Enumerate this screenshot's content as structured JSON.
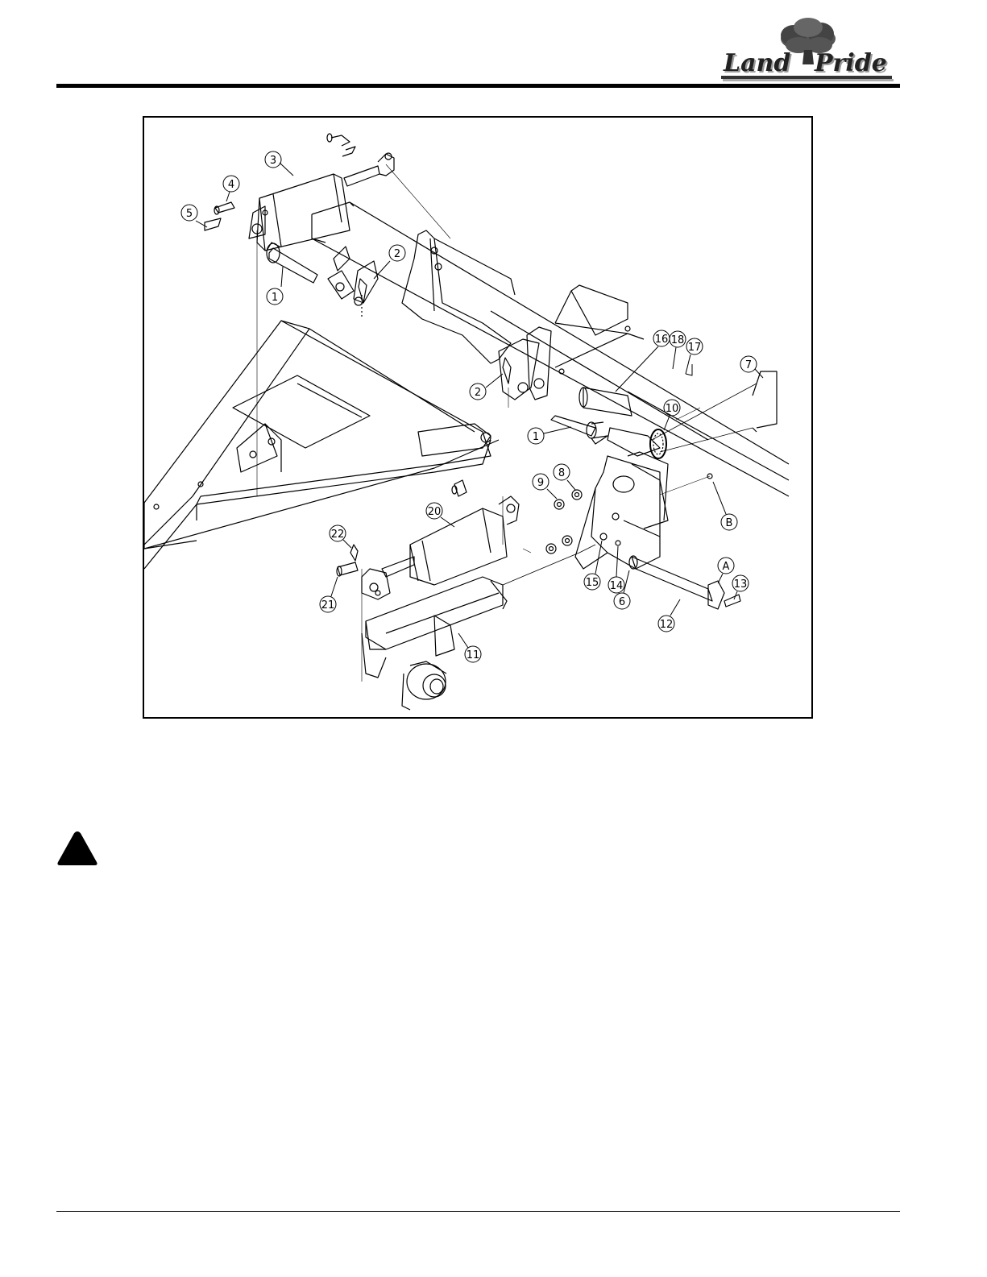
{
  "header": {
    "logo_text": "LandPride",
    "logo_parts": [
      "Land",
      "Pride"
    ]
  },
  "figure": {
    "callouts": [
      "1",
      "2",
      "3",
      "4",
      "5",
      "2",
      "1",
      "7",
      "8",
      "9",
      "10",
      "11",
      "12",
      "13",
      "14",
      "15",
      "16",
      "17",
      "18",
      "6",
      "20",
      "21",
      "22",
      "A",
      "B"
    ]
  },
  "warning": {
    "icon": "warning-triangle-icon"
  }
}
